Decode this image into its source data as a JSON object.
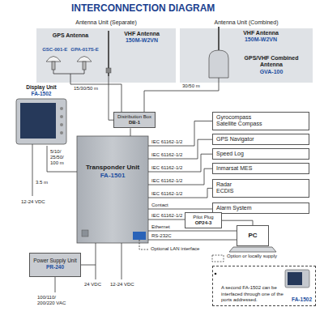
{
  "diagram": {
    "title": "INTERCONNECTION DIAGRAM",
    "nodes": [
      {
        "text": [
          "Antenna Unit (Separate)"
        ]
      },
      {
        "text": [
          "VHF Antenna",
          "150M-W2VN"
        ],
        "in": 0
      },
      {
        "text": [
          "GPS Antenna",
          "GSC-001-E",
          "GPA-017S-E"
        ],
        "in": 0
      },
      {
        "text": [
          "Antenna Unit (Combined)"
        ]
      },
      {
        "text": [
          "VHF Antenna",
          "150M-W2VN"
        ],
        "in": 3
      },
      {
        "text": [
          "GPS/VHF Combined Antenna",
          "GVA-100"
        ],
        "in": 3
      },
      {
        "text": [
          "Display Unit",
          "FA-1502"
        ]
      },
      {
        "text": [
          "Distribution Box",
          "DB-1"
        ]
      },
      {
        "text": [
          "Transponder Unit",
          "FA-1501"
        ]
      },
      {
        "text": [
          "Gyrocompass Satellite Compass"
        ]
      },
      {
        "text": [
          "GPS Navigator"
        ]
      },
      {
        "text": [
          "Speed Log"
        ]
      },
      {
        "text": [
          "Inmarsat MES"
        ]
      },
      {
        "text": [
          "Radar ECDIS"
        ]
      },
      {
        "text": [
          "Alarm System"
        ]
      },
      {
        "text": [
          "Pilot Plug",
          "OP24-3"
        ]
      },
      {
        "text": [
          "PC"
        ]
      },
      {
        "text": [
          "Power Supply Unit",
          "PR-240"
        ]
      },
      {
        "text": [
          "A second FA-1502 can be interfaced through one of the ports addressed.",
          "FA-1502"
        ]
      }
    ],
    "edges": [
      {
        "from": 1,
        "to": 7,
        "arrow": "none"
      },
      {
        "from": 2,
        "to": 7,
        "arrow": "none",
        "label": "15/30/50 m"
      },
      {
        "from": 5,
        "to": 7,
        "arrow": "none",
        "label": "30/50 m"
      },
      {
        "from": 7,
        "to": 8,
        "arrow": "none"
      },
      {
        "from": 6,
        "to": 8,
        "arrow": "none"
      },
      {
        "from": 8,
        "to": 9,
        "arrow": "none",
        "label": "IEC 61162-1/2"
      },
      {
        "from": 8,
        "to": 10,
        "arrow": "none",
        "label": "IEC 61162-1/2"
      },
      {
        "from": 8,
        "to": 11,
        "arrow": "none",
        "label": "IEC 61162-1/2"
      },
      {
        "from": 8,
        "to": 12,
        "arrow": "none",
        "label": "IEC 61162-1/2"
      },
      {
        "from": 8,
        "to": 13,
        "arrow": "none",
        "label": "IEC 61162-1/2"
      },
      {
        "from": 8,
        "to": 14,
        "arrow": "none",
        "label": "Contact"
      },
      {
        "from": 8,
        "to": 15,
        "arrow": "none",
        "label": "IEC 61162-1/2"
      },
      {
        "from": 8,
        "to": 16,
        "arrow": "none",
        "label": "Ethernet"
      },
      {
        "from": 8,
        "to": 16,
        "arrow": "none",
        "label": "RS-232C"
      },
      {
        "from": 15,
        "to": 16,
        "arrow": "none"
      },
      {
        "from": 17,
        "to": 8,
        "arrow": "none"
      }
    ],
    "labels": [
      "5/10/ 25/50/ 100 m",
      "3.5 m",
      "12-24 VDC",
      "Optional LAN interface",
      "100/110/ 200/220 VAC",
      "24 VDC",
      "12-24 VDC"
    ],
    "legend": [
      {
        "text": "Option or locally supply"
      }
    ]
  }
}
